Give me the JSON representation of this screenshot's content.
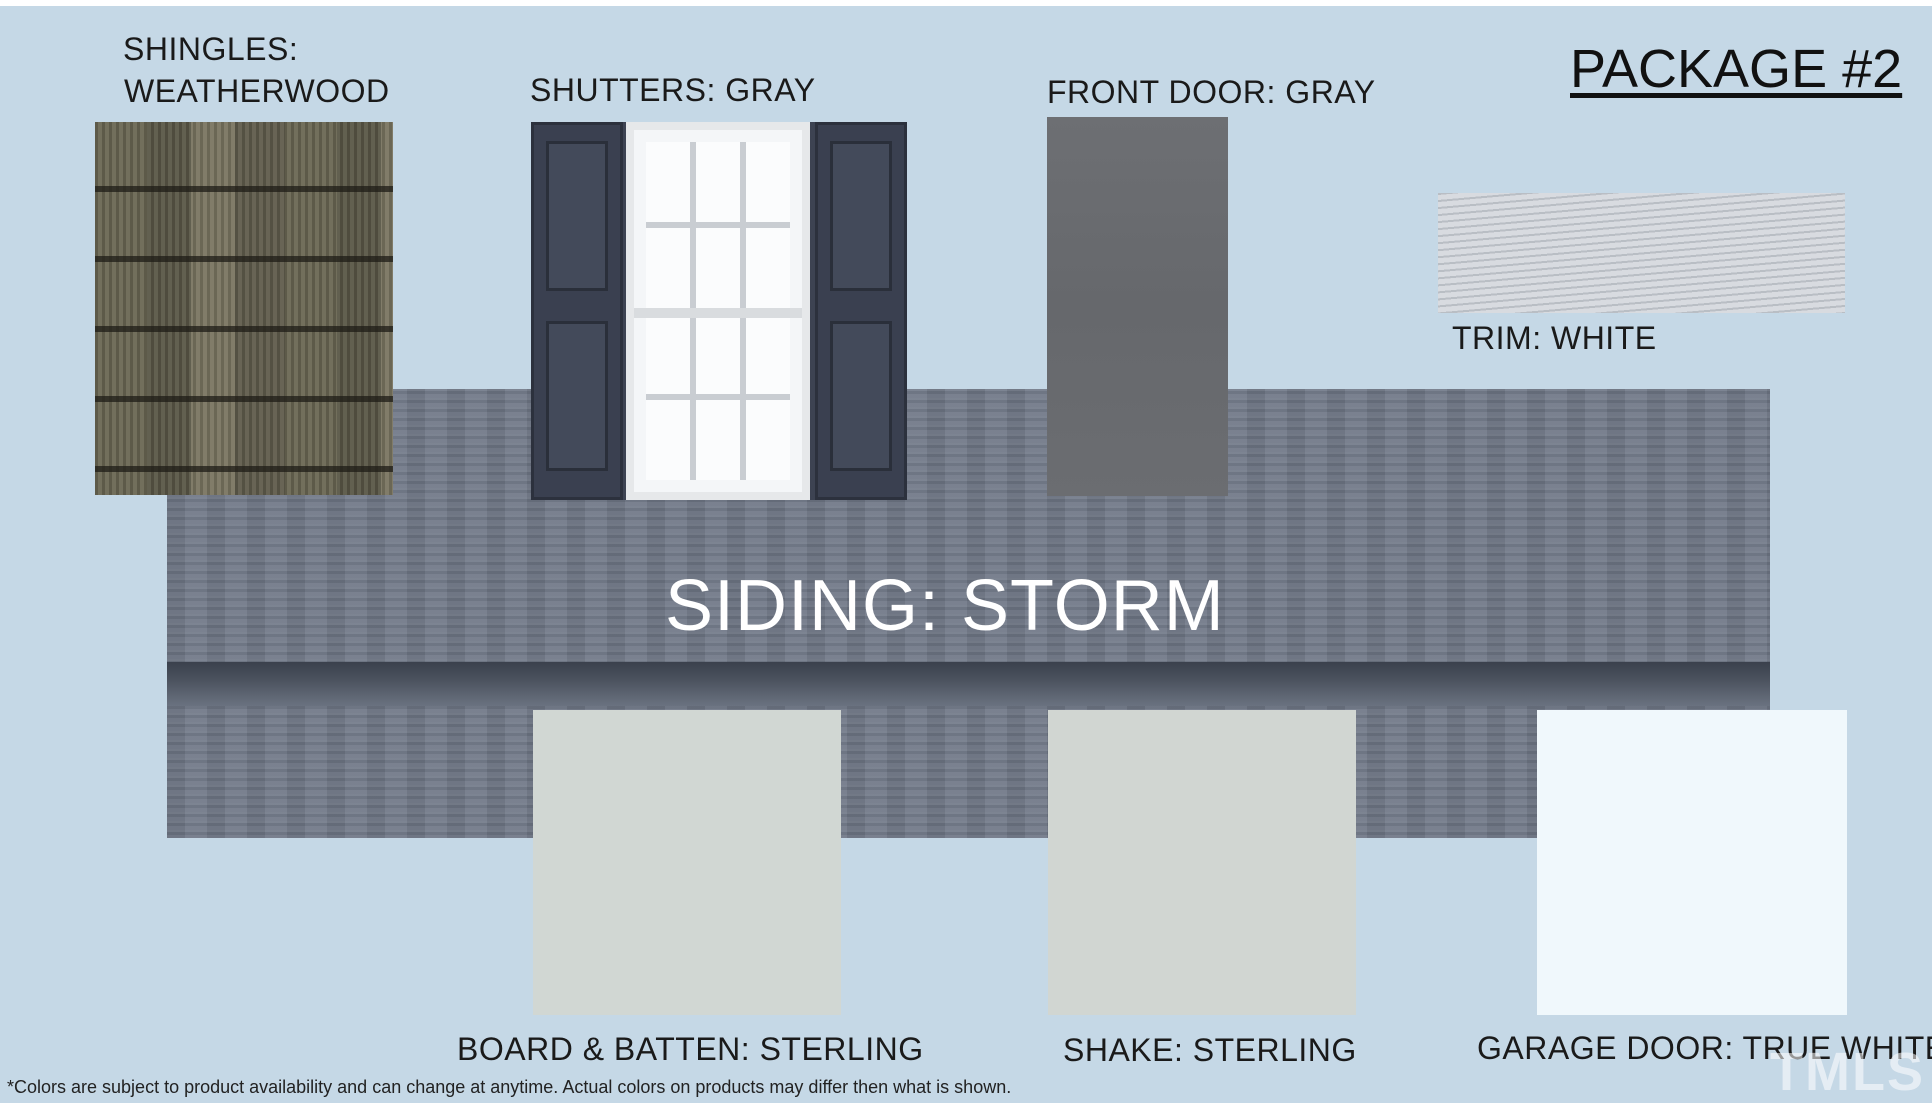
{
  "package_title": "PACKAGE #2",
  "labels": {
    "shingles_line1": "SHINGLES:",
    "shingles_line2": "WEATHERWOOD",
    "shutters": "SHUTTERS: GRAY",
    "front_door": "FRONT DOOR: GRAY",
    "trim": "TRIM: WHITE",
    "siding": "SIDING: STORM",
    "board_batten": "BOARD & BATTEN:  STERLING",
    "shake": "SHAKE:  STERLING",
    "garage_door": "GARAGE DOOR: TRUE WHITE"
  },
  "footnote": "*Colors are subject to product availability and can change at anytime.  Actual colors on products may differ then what is shown.",
  "watermark": "TMLS",
  "colors": {
    "background": "#c5d8e6",
    "siding_storm": "#707887",
    "front_door_gray": "#6a6c70",
    "shutters_gray": "#3d4352",
    "trim_white": "#d8dbe0",
    "board_batten_sterling": "#d1d7d3",
    "shake_sterling": "#d1d6d2",
    "garage_true_white": "#f0f8fc",
    "shingles_weatherwood": "#655f4e"
  }
}
